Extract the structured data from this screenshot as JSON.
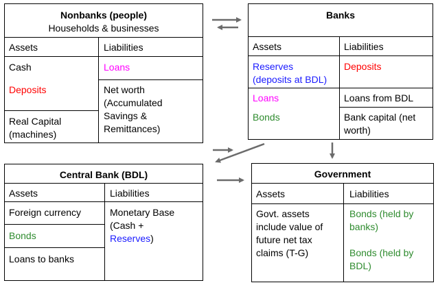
{
  "colors": {
    "black": "#000000",
    "red": "#ff0000",
    "magenta": "#ff00ff",
    "green": "#2e8b2e",
    "blue": "#1a1aff",
    "arrow": "#6b6b6b"
  },
  "nonbanks": {
    "title": "Nonbanks (people)",
    "subtitle": "Households & businesses",
    "assets_header": "Assets",
    "liabilities_header": "Liabilities",
    "assets": [
      {
        "text": "Cash",
        "color": "#000000"
      },
      {
        "text": "Deposits",
        "color": "#ff0000"
      },
      {
        "text": "Real Capital\n(machines)",
        "color": "#000000"
      }
    ],
    "liabilities": [
      {
        "text": "Loans",
        "color": "#ff00ff"
      },
      {
        "text": "Net worth\n(Accumulated\nSavings &\nRemittances)",
        "color": "#000000"
      }
    ]
  },
  "banks": {
    "title": "Banks",
    "assets_header": "Assets",
    "liabilities_header": "Liabilities",
    "assets": [
      {
        "text": "Reserves\n(deposits at BDL)",
        "color": "#1a1aff"
      },
      {
        "text": "Loans",
        "color": "#ff00ff"
      },
      {
        "text": "Bonds",
        "color": "#2e8b2e"
      }
    ],
    "liabilities": [
      {
        "text": "Deposits",
        "color": "#ff0000"
      },
      {
        "text": "Loans from BDL",
        "color": "#000000"
      },
      {
        "text": "Bank capital (net\nworth)",
        "color": "#000000"
      }
    ]
  },
  "central_bank": {
    "title": "Central Bank (BDL)",
    "assets_header": "Assets",
    "liabilities_header": "Liabilities",
    "assets": [
      {
        "text": "Foreign currency",
        "color": "#000000"
      },
      {
        "text": "Bonds",
        "color": "#2e8b2e"
      },
      {
        "text": "Loans to banks",
        "color": "#000000"
      }
    ],
    "liabilities_text": "Monetary Base\n(Cash +",
    "liabilities_colored": "Reserves",
    "liabilities_end": ")"
  },
  "government": {
    "title": "Government",
    "assets_header": "Assets",
    "liabilities_header": "Liabilities",
    "assets_text": "Govt. assets\ninclude value of\nfuture net tax\nclaims (T-G)",
    "liabilities": [
      {
        "text": "Bonds (held by\nbanks)",
        "color": "#2e8b2e"
      },
      {
        "text": "Bonds (held by\nBDL)",
        "color": "#2e8b2e"
      }
    ]
  }
}
